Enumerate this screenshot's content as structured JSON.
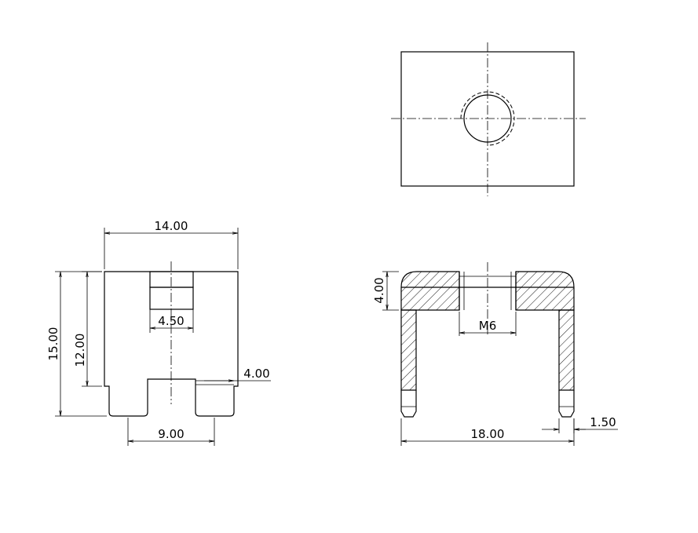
{
  "dimensions": {
    "width_top": "14.00",
    "height_total": "15.00",
    "height_body": "12.00",
    "hole_width": "4.50",
    "tab_width": "4.00",
    "leg_spacing": "9.00",
    "thread": "M6",
    "thickness": "4.00",
    "span": "18.00",
    "pin_thickness": "1.50"
  }
}
